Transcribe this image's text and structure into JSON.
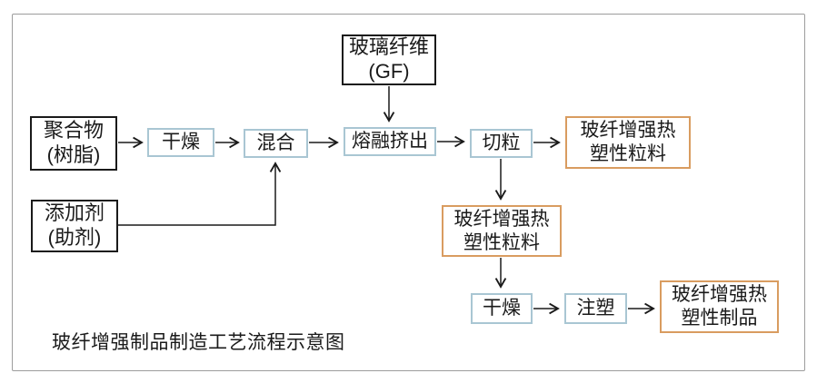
{
  "diagram": {
    "caption": "玻纤增强制品制造工艺流程示意图",
    "colors": {
      "input_border": "#1a1a1a",
      "process_border": "#a9c6d3",
      "output_border": "#d99c60",
      "arrow": "#1a1a1a",
      "frame_border": "#9c9c9c",
      "text": "#1a1a1a"
    },
    "nodes": {
      "glass_fiber": {
        "type": "input",
        "line1": "玻璃纤维",
        "line2": "(GF)"
      },
      "polymer": {
        "type": "input",
        "line1": "聚合物",
        "line2": "(树脂)"
      },
      "additive": {
        "type": "input",
        "line1": "添加剂",
        "line2": "(助剂)"
      },
      "drying1": {
        "type": "process",
        "label": "干燥"
      },
      "mixing": {
        "type": "process",
        "label": "混合"
      },
      "melt_extrusion": {
        "type": "process",
        "label": "熔融挤出"
      },
      "pelletizing": {
        "type": "process",
        "label": "切粒"
      },
      "gf_pellets_right": {
        "type": "output",
        "line1": "玻纤增强热",
        "line2": "塑性粒料"
      },
      "gf_pellets_mid": {
        "type": "output",
        "line1": "玻纤增强热",
        "line2": "塑性粒料"
      },
      "drying2": {
        "type": "process",
        "label": "干燥"
      },
      "injection_molding": {
        "type": "process",
        "label": "注塑"
      },
      "gf_product": {
        "type": "output",
        "line1": "玻纤增强热",
        "line2": "塑性制品"
      }
    }
  }
}
